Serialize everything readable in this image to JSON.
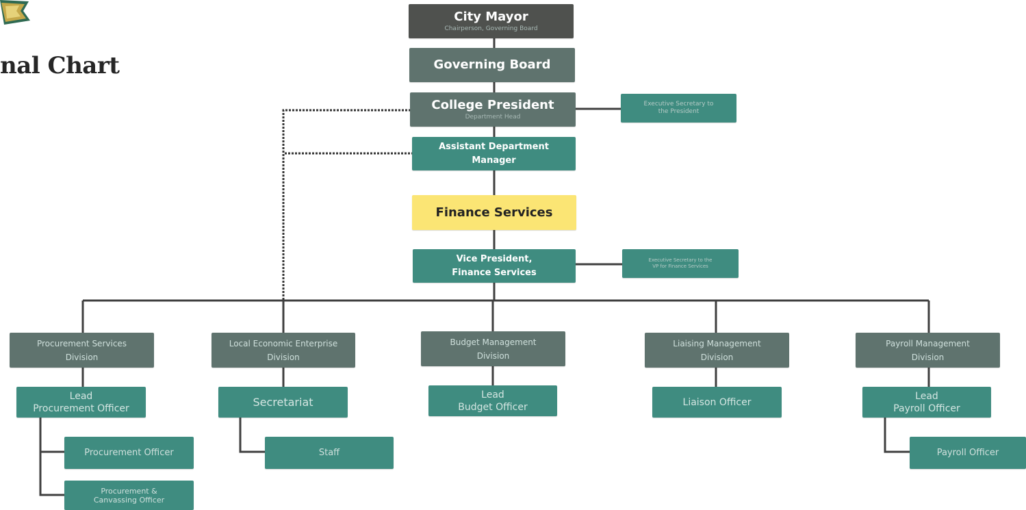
{
  "page": {
    "title": "nal Chart"
  },
  "colors": {
    "dark_box": "#4f514e",
    "slate_box": "#5f736e",
    "teal_box": "#3f8c80",
    "highlight_box": "#fbe574",
    "connector": "#3f3f3f",
    "dotted_connector": "#333333",
    "logo_gold": "#c5a84a",
    "logo_green": "#2f6a52"
  },
  "icons": {
    "logo": "city-seal-logo"
  },
  "nodes": {
    "city_mayor": {
      "title": "City Mayor",
      "subtitle": "Chairperson, Governing Board"
    },
    "governing_board": {
      "title": "Governing Board"
    },
    "college_president": {
      "title": "College President",
      "subtitle": "Department Head"
    },
    "exec_secretary_president": {
      "line1": "Executive Secretary to",
      "line2": "the President"
    },
    "assistant_manager": {
      "line1": "Assistant Department",
      "line2": "Manager"
    },
    "finance_services": {
      "title": "Finance Services"
    },
    "vp_finance": {
      "line1": "Vice President,",
      "line2": "Finance Services"
    },
    "exec_secretary_vp": {
      "line1": "Executive Secretary to the",
      "line2": "VP for Finance Services"
    },
    "divisions": {
      "procurement": {
        "line1": "Procurement Services",
        "line2": "Division"
      },
      "local_economic": {
        "line1": "Local Economic Enterprise",
        "line2": "Division"
      },
      "budget": {
        "line1": "Budget Management",
        "line2": "Division"
      },
      "liaising": {
        "line1": "Liaising Management",
        "line2": "Division"
      },
      "payroll": {
        "line1": "Payroll Management",
        "line2": "Division"
      }
    },
    "leads": {
      "procurement": {
        "line1": "Lead",
        "line2": "Procurement Officer"
      },
      "local_economic": {
        "line1": "Secretariat"
      },
      "budget": {
        "line1": "Lead",
        "line2": "Budget Officer"
      },
      "liaising": {
        "line1": "Liaison Officer"
      },
      "payroll": {
        "line1": "Lead",
        "line2": "Payroll Officer"
      }
    },
    "staff": {
      "procurement_officer": {
        "line1": "Procurement Officer"
      },
      "procurement_canvassing": {
        "line1": "Procurement &",
        "line2": "Canvassing Officer"
      },
      "local_staff": {
        "line1": "Staff"
      },
      "payroll_officer": {
        "line1": "Payroll Officer"
      }
    }
  }
}
